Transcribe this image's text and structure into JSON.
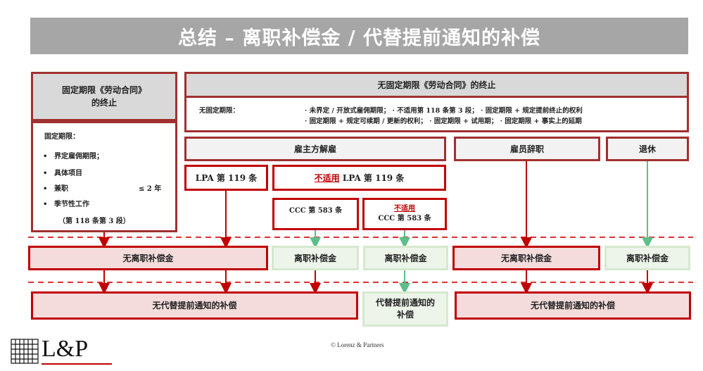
{
  "title": "总结 – 离职补偿金 / 代替提前通知的补偿",
  "fixed_term_header": "固定期限《劳动合同》的终止",
  "fixed_term_label": "固定期限：",
  "fixed_term_items": [
    "界定雇佣期限；",
    "具体项目",
    "兼职",
    "季节性工作"
  ],
  "fixed_term_limit": "≤ 2 年",
  "fixed_term_ref": "（第 118 条第 3 段）",
  "open_term_header": "无固定期限《劳动合同》的终止",
  "open_term_label": "无固定期限：",
  "open_term_line1": "· 未界定 / 开放式雇佣期限； · 不适用第 118 条第 3 段； · 固定期限 + 规定提前终止的权利",
  "open_term_line2": "· 固定期限 + 规定可续期 / 更新的权利； · 固定期限 + 试用期； · 固定期限 + 事实上的延期",
  "employer_dismissal": "雇主方解雇",
  "employee_resign": "雇员辞职",
  "retirement": "退休",
  "lpa_119": "LPA 第 119 条",
  "not_applicable": "不适用",
  "lpa_119_suffix": " LPA 第 119 条",
  "ccc_583": "CCC 第 583 条",
  "ccc_583_2": "CCC 第 583 条",
  "no_severance": "无离职补偿金",
  "severance": "离职补偿金",
  "no_notice_comp": "无代替提前通知的补偿",
  "notice_comp": "代替提前通知的补偿",
  "logo": "L&P",
  "copyright": "© Lorenz & Partners",
  "colors": {
    "red": "#c00000",
    "green": "#5cbf8a",
    "gray": "#a6a6a6",
    "pink": "#f4dcdc"
  }
}
